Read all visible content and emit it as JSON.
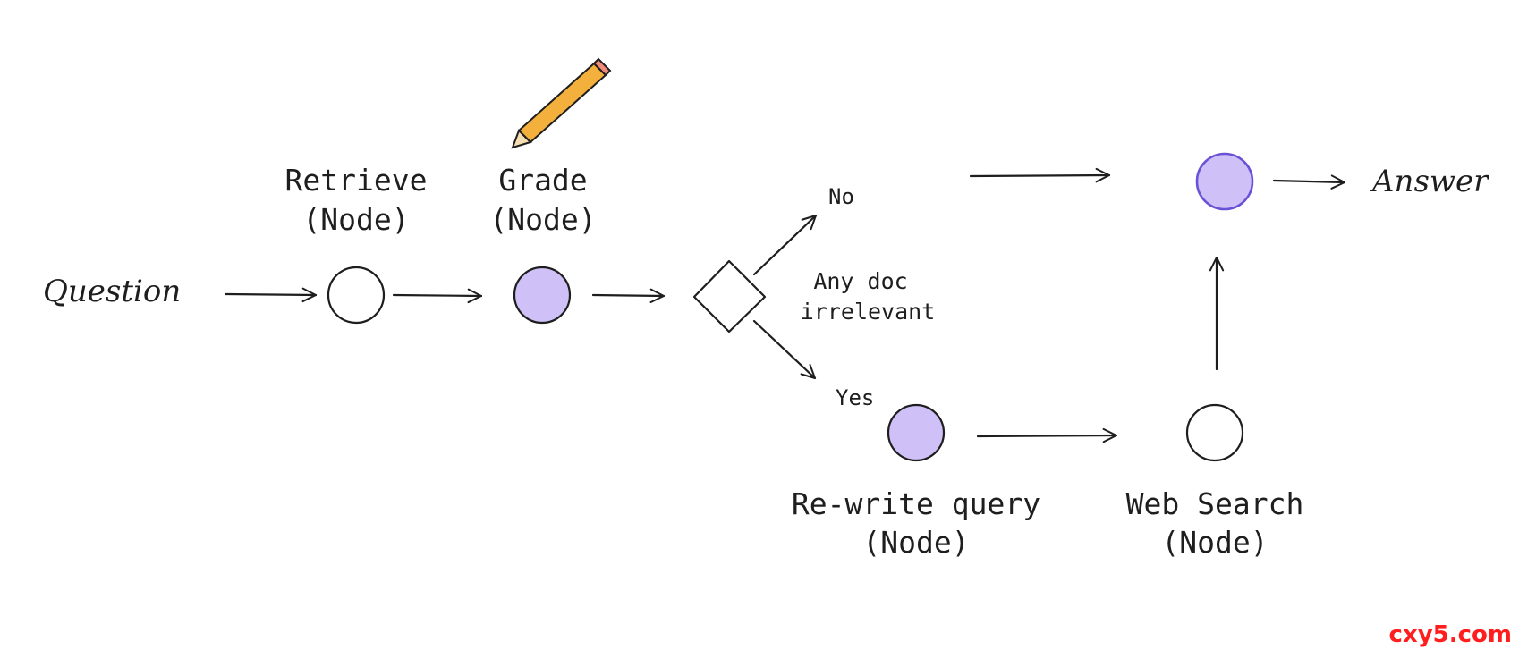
{
  "labels": {
    "question": "Question",
    "answer": "Answer",
    "retrieve_title": "Retrieve",
    "retrieve_sub": "(Node)",
    "grade_title": "Grade",
    "grade_sub": "(Node)",
    "decision_line1": "Any doc",
    "decision_line2": "irrelevant",
    "branch_no": "No",
    "branch_yes": "Yes",
    "rewrite_title": "Re-write query",
    "rewrite_sub": "(Node)",
    "websearch_title": "Web Search",
    "websearch_sub": "(Node)"
  },
  "icons": {
    "pencil": "pencil-icon"
  },
  "colors": {
    "node_fill_purple": "#cfc1f7",
    "node_accent_stroke": "#6a52d6",
    "pencil_body": "#f4b03c",
    "pencil_eraser": "#f08a7a",
    "watermark": "#ff1e1e"
  },
  "watermark": "cxy5.com"
}
